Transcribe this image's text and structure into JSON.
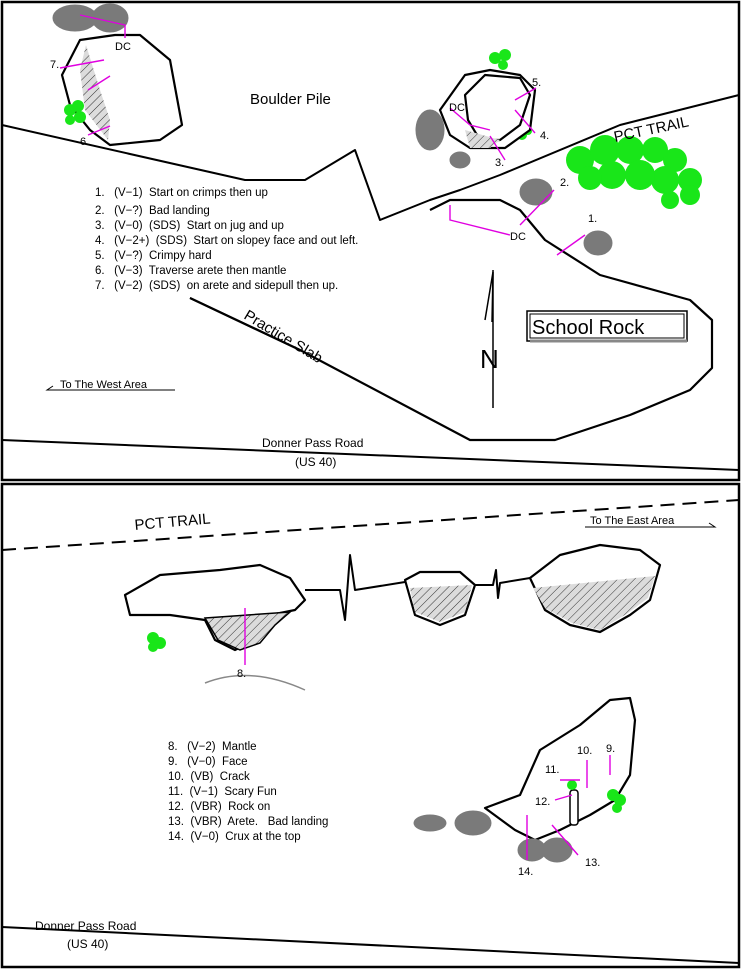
{
  "colors": {
    "route": "#e000e0",
    "vegetation": "#19e619",
    "boulder": "#7a7a7a",
    "ink": "#000000"
  },
  "top_map": {
    "area_labels": {
      "boulder_pile": "Boulder Pile",
      "pct_trail": "PCT TRAIL",
      "school_rock": "School Rock",
      "practice_slab": "Practice Slab",
      "to_west": "To The West Area",
      "road": "Donner Pass Road",
      "road_number": "(US 40)",
      "north": "N"
    },
    "markers": [
      "DC",
      "DC",
      "DC",
      "1.",
      "2.",
      "3.",
      "4.",
      "5.",
      "6.",
      "7."
    ],
    "routes": [
      "1.   (V−1)  Start on crimps then up",
      "2.   (V−?)  Bad landing",
      "3.   (V−0)  (SDS)  Start on jug and up",
      "4.   (V−2+)  (SDS)  Start on slopey face and out left.",
      "5.   (V−?)  Crimpy hard",
      "6.   (V−3)  Traverse arete then mantle",
      "7.   (V−2)  (SDS)  on arete and sidepull then up."
    ]
  },
  "bottom_map": {
    "area_labels": {
      "pct_trail": "PCT TRAIL",
      "to_east": "To The East Area",
      "road": "Donner Pass Road",
      "road_number": "(US 40)"
    },
    "markers": [
      "8.",
      "9.",
      "10.",
      "11.",
      "12.",
      "13.",
      "14."
    ],
    "routes": [
      "8.   (V−2)  Mantle",
      "9.   (V−0)  Face",
      "10.  (VB)  Crack",
      "11.  (V−1)  Scary Fun",
      "12.  (VBR)  Rock on",
      "13.  (VBR)  Arete.   Bad landing",
      "14.  (V−0)  Crux at the top"
    ]
  }
}
